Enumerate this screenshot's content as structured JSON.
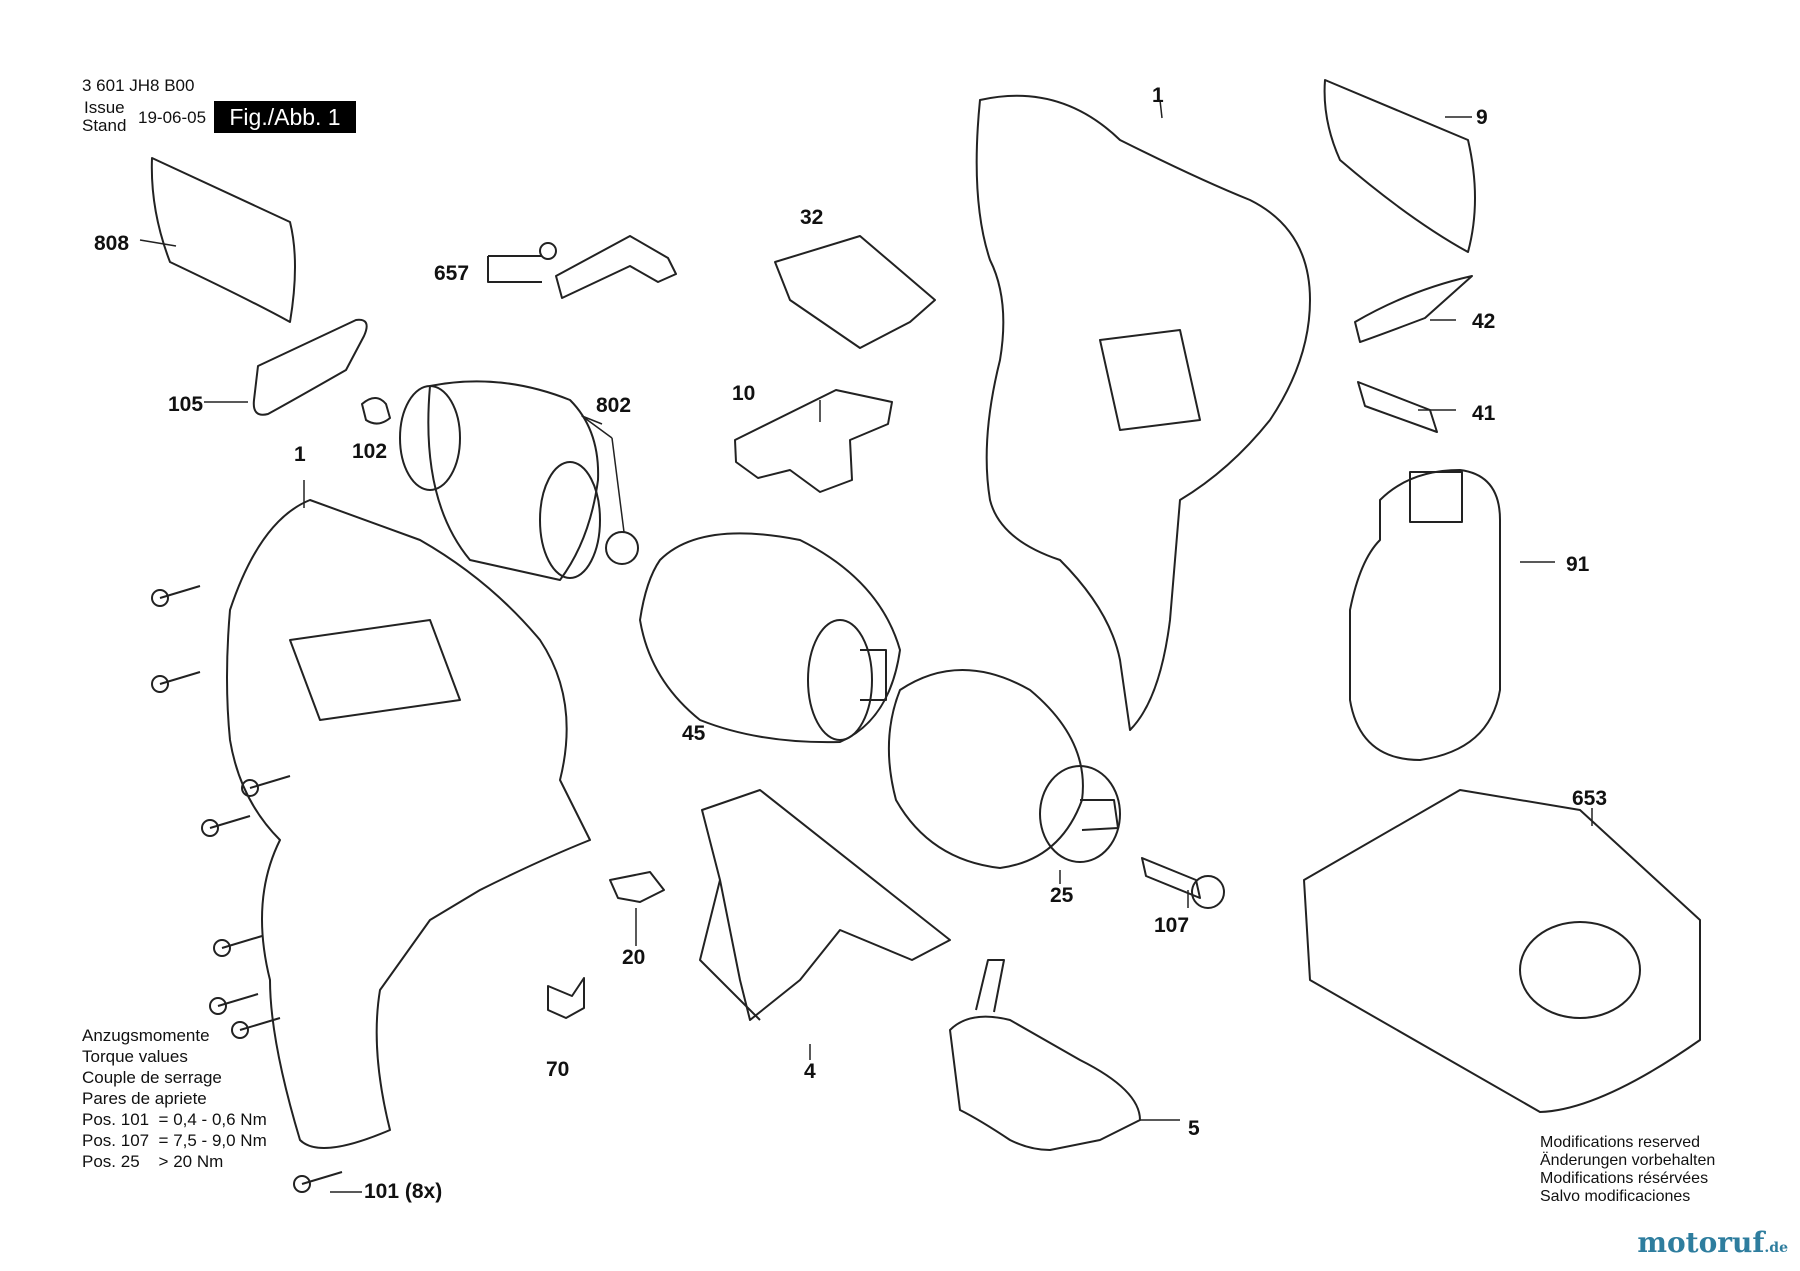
{
  "header": {
    "part_number": "3 601 JH8 B00",
    "issue_label": "Issue",
    "stand_label": "Stand",
    "date": "19-06-05",
    "figure": "Fig./Abb. 1"
  },
  "callouts": [
    "808",
    "657",
    "32",
    "1",
    "9",
    "42",
    "41",
    "105",
    "102",
    "802",
    "10",
    "1",
    "91",
    "45",
    "653",
    "25",
    "107",
    "20",
    "4",
    "70",
    "5",
    "101 (8x)"
  ],
  "torque": {
    "lines": [
      "Anzugsmomente",
      "Torque values",
      "Couple de serrage",
      "Pares de apriete",
      "Pos. 101  = 0,4 - 0,6 Nm",
      "Pos. 107  = 7,5 - 9,0 Nm",
      "Pos. 25    > 20 Nm"
    ]
  },
  "modifications": {
    "lines": [
      "Modifications reserved",
      "Änderungen vorbehalten",
      "Modifications résérvées",
      "Salvo modificaciones"
    ]
  },
  "watermark": {
    "name": "motoruf",
    "suffix": ".de",
    "color": "#2e7d9e"
  }
}
